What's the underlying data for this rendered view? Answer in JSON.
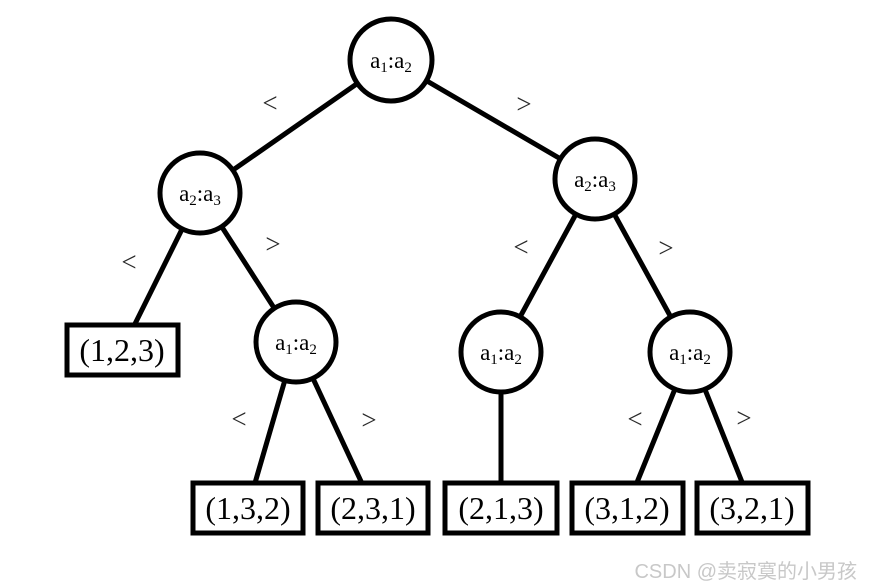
{
  "colors": {
    "ink": "#000000",
    "background": "#ffffff",
    "watermark": "#c8c8c8"
  },
  "watermark": "CSDN @卖寂寞的小男孩",
  "tree": {
    "nodes": {
      "root": {
        "base1": "a",
        "sub1": "1",
        "base2": ":a",
        "sub2": "2"
      },
      "l23": {
        "base1": "a",
        "sub1": "2",
        "base2": ":a",
        "sub2": "3"
      },
      "r23": {
        "base1": "a",
        "sub1": "2",
        "base2": ":a",
        "sub2": "3"
      },
      "l12": {
        "base1": "a",
        "sub1": "1",
        "base2": ":a",
        "sub2": "2"
      },
      "m12": {
        "base1": "a",
        "sub1": "1",
        "base2": ":a",
        "sub2": "2"
      },
      "r12": {
        "base1": "a",
        "sub1": "1",
        "base2": ":a",
        "sub2": "2"
      }
    },
    "leaves": {
      "p123": "(1,2,3)",
      "p132": "(1,3,2)",
      "p231": "(2,3,1)",
      "p213": "(2,1,3)",
      "p312": "(3,1,2)",
      "p321": "(3,2,1)"
    },
    "edge_labels": {
      "root_left": "<",
      "root_right": ">",
      "l23_left": "<",
      "l23_right": ">",
      "r23_left": "<",
      "r23_right": ">",
      "l12_left": "<",
      "l12_right": ">",
      "r12_left": "<",
      "r12_right": ">"
    }
  }
}
